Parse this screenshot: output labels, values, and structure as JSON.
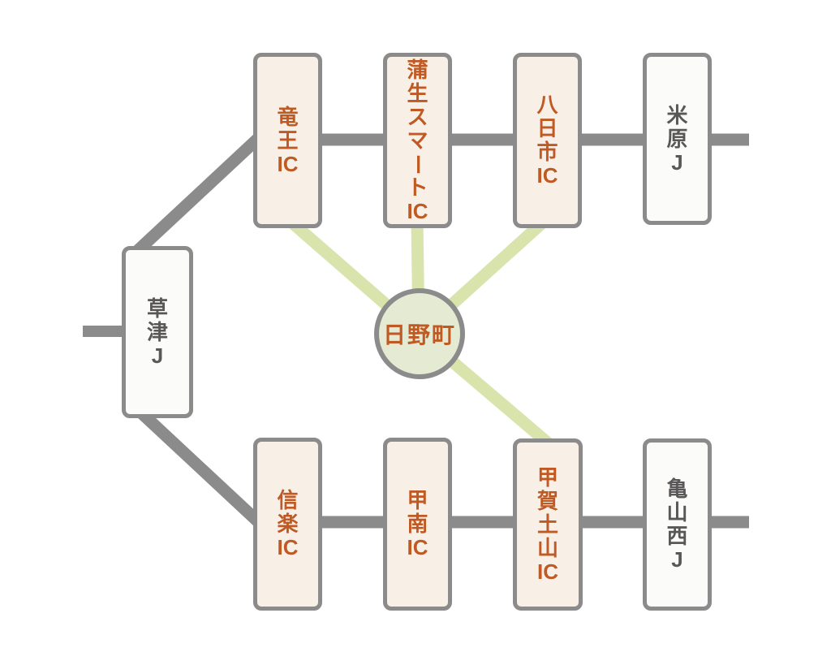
{
  "colors": {
    "road_gray": "#8b8b8b",
    "access_green": "#d9e4ac",
    "ic_fill": "#f8f0e7",
    "jct_fill": "#fbfbfa",
    "ic_text": "#c05a24",
    "jct_text": "#595757",
    "node_border": "#8b8b8b",
    "hino_fill": "#e5ead3"
  },
  "center_node": {
    "label": "日野町"
  },
  "junction_left": {
    "label": "草津J"
  },
  "top_route": {
    "nodes": [
      {
        "label": "竜王IC",
        "type": "IC"
      },
      {
        "label": "蒲生スマートIC",
        "type": "IC"
      },
      {
        "label": "八日市IC",
        "type": "IC"
      },
      {
        "label": "米原J",
        "type": "JCT"
      }
    ]
  },
  "bottom_route": {
    "nodes": [
      {
        "label": "信楽IC",
        "type": "IC"
      },
      {
        "label": "甲南IC",
        "type": "IC"
      },
      {
        "label": "甲賀土山IC",
        "type": "IC"
      },
      {
        "label": "亀山西J",
        "type": "JCT"
      }
    ]
  },
  "access_links": [
    {
      "from": "日野町",
      "to": "竜王IC"
    },
    {
      "from": "日野町",
      "to": "蒲生スマートIC"
    },
    {
      "from": "日野町",
      "to": "八日市IC"
    },
    {
      "from": "日野町",
      "to": "甲賀土山IC"
    }
  ]
}
